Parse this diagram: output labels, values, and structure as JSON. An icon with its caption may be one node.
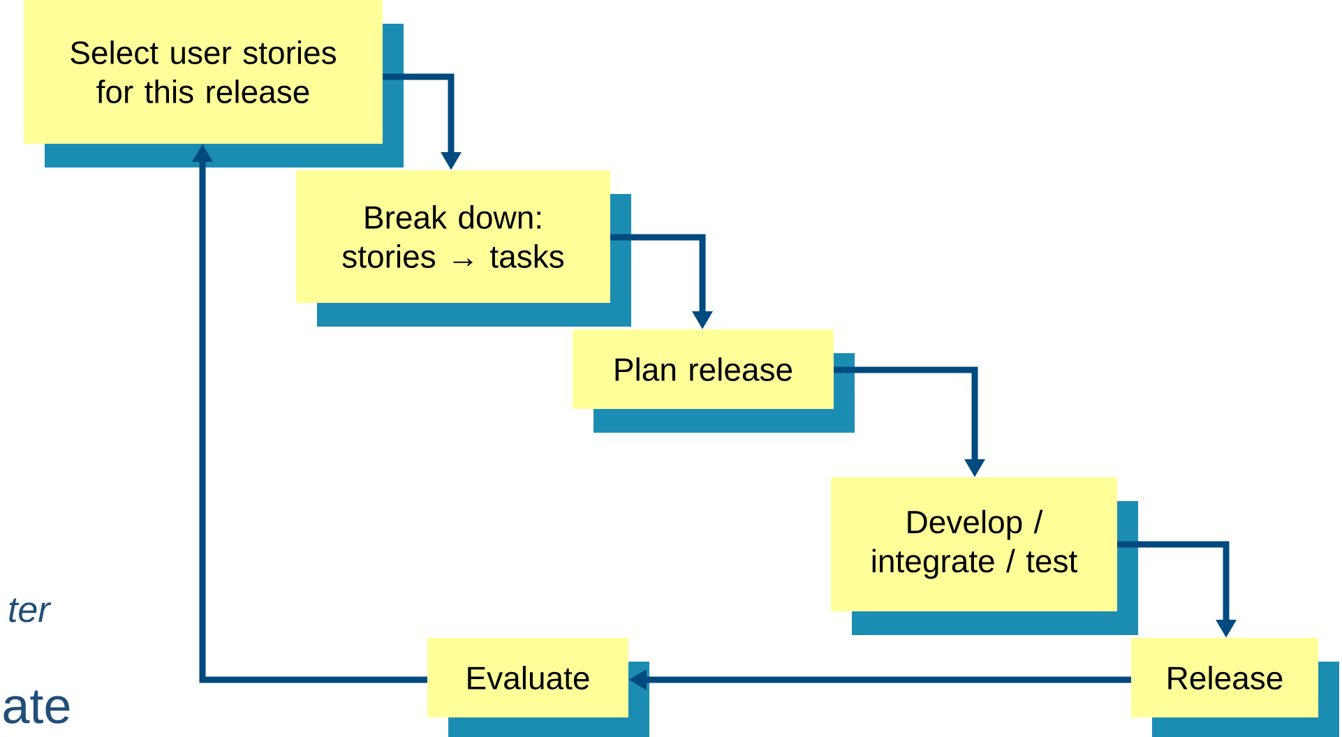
{
  "diagram": {
    "nodes": [
      {
        "text": [
          "Select user stories for this release"
        ]
      },
      {
        "text": [
          "Break down: stories → tasks"
        ]
      },
      {
        "text": [
          "Plan release"
        ]
      },
      {
        "text": [
          "Develop / integrate / test"
        ]
      },
      {
        "text": [
          "Release"
        ]
      },
      {
        "text": [
          "Evaluate"
        ]
      }
    ],
    "edges": [
      {
        "from": 0,
        "to": 1,
        "arrow": "to"
      },
      {
        "from": 1,
        "to": 2,
        "arrow": "to"
      },
      {
        "from": 2,
        "to": 3,
        "arrow": "to"
      },
      {
        "from": 3,
        "to": 4,
        "arrow": "to"
      },
      {
        "from": 4,
        "to": 5,
        "arrow": "to"
      },
      {
        "from": 5,
        "to": 0,
        "arrow": "to"
      }
    ],
    "labels": [
      "ter",
      "ate"
    ]
  }
}
